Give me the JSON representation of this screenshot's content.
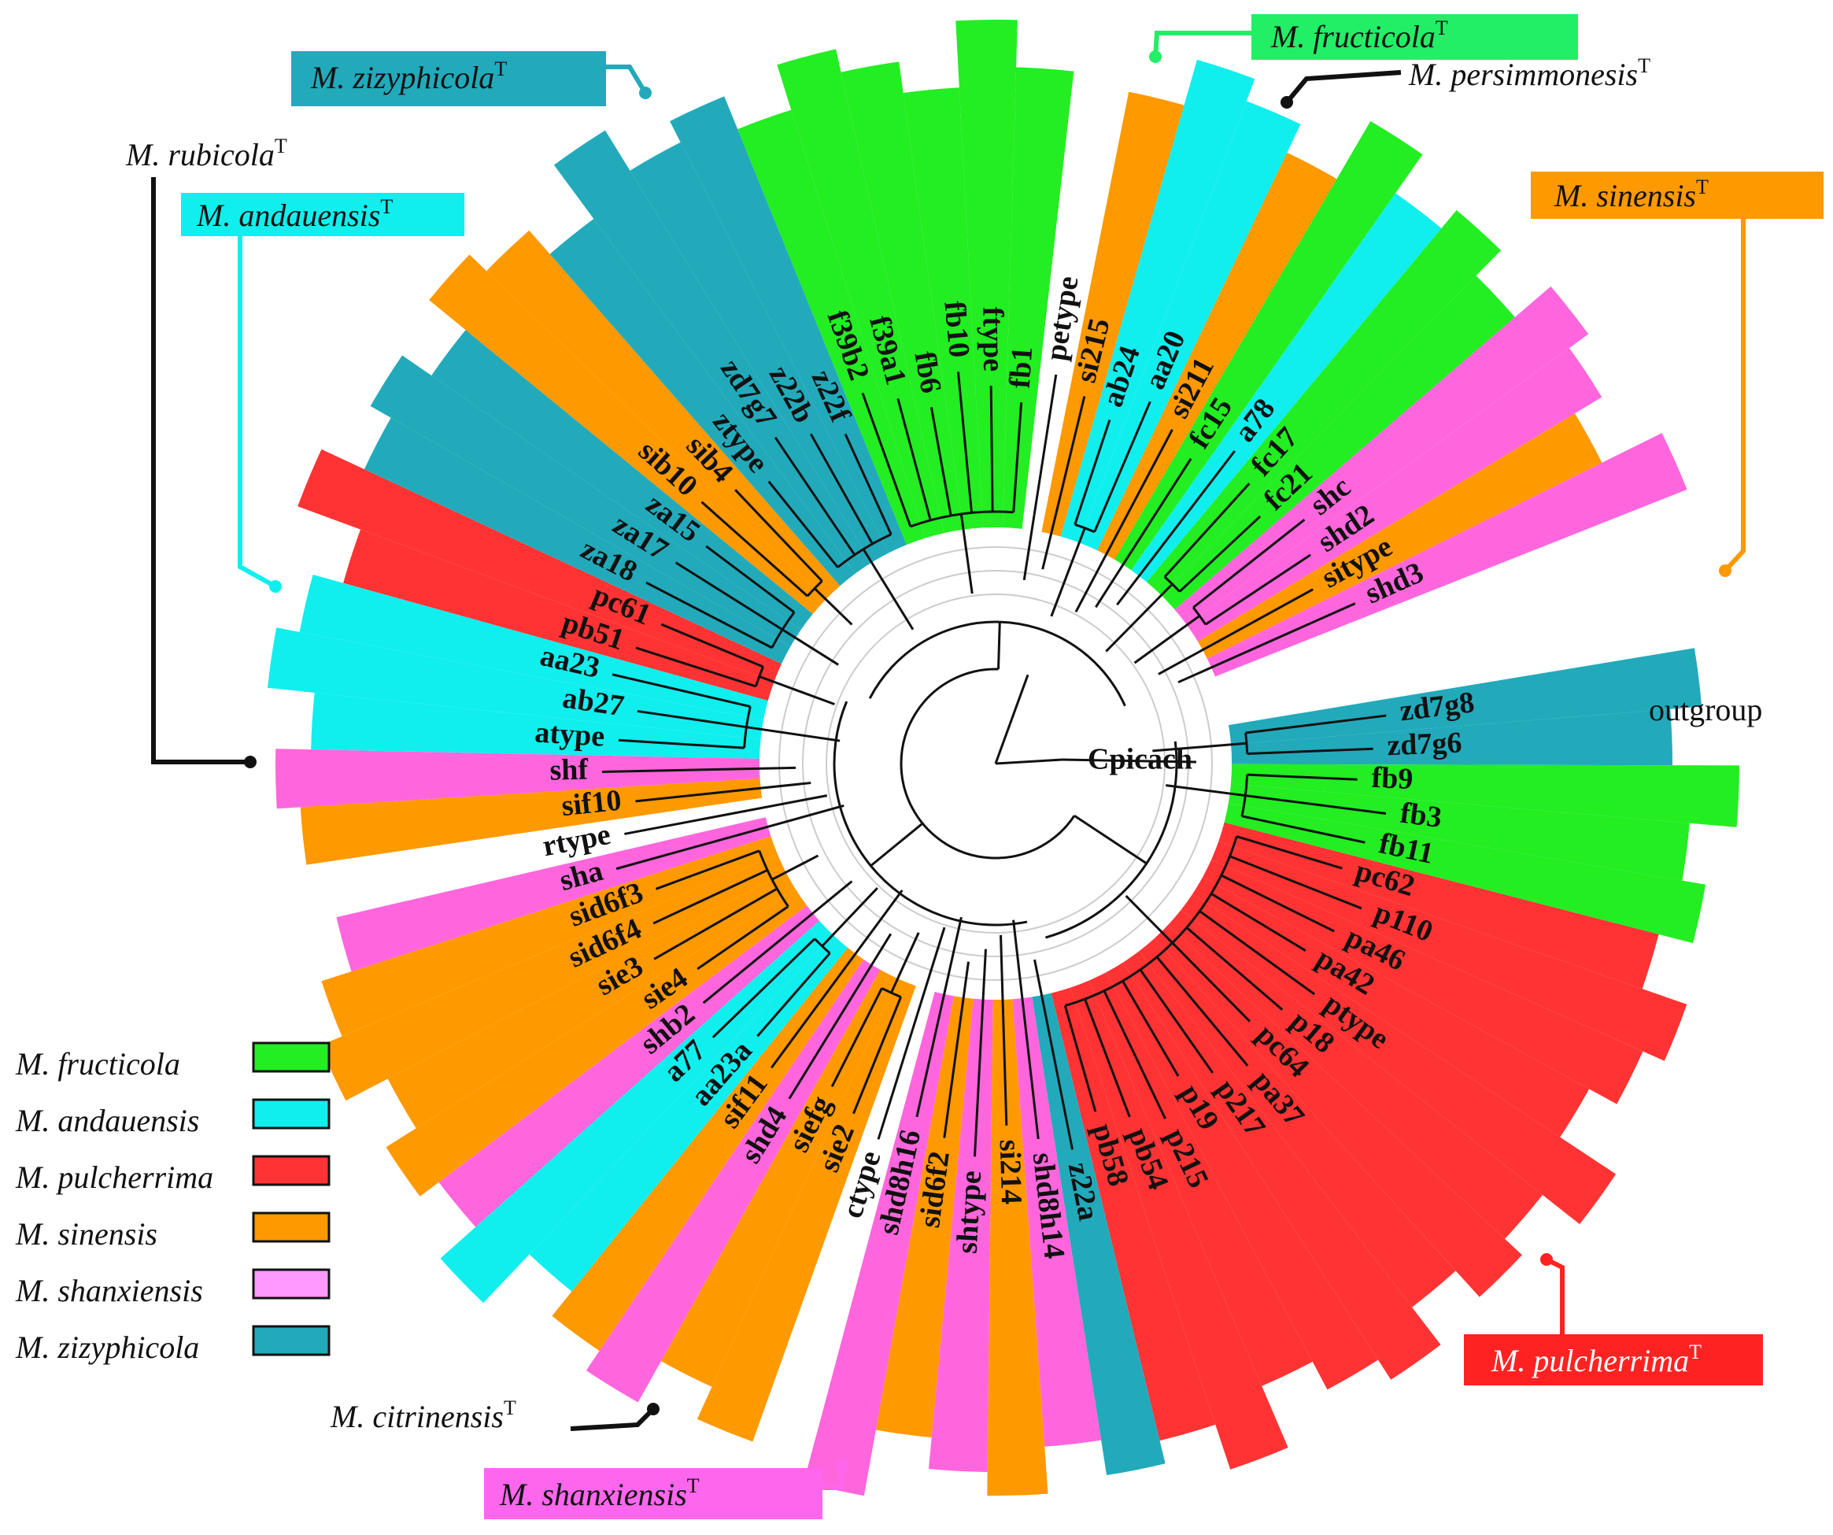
{
  "colors": {
    "fructicola": "#22ee22",
    "andauensis": "#11eeee",
    "pulcherrima": "#ff3333",
    "sinensis": "#ff9900",
    "shanxiensis": "#ff66dd",
    "zizyphicola": "#22aabb",
    "none": "#ffffff"
  },
  "legend": [
    {
      "label": "M. fructicola",
      "color": "#22ee22"
    },
    {
      "label": "M. andauensis",
      "color": "#11eeee"
    },
    {
      "label": "M. pulcherrima",
      "color": "#ff3333"
    },
    {
      "label": "M. sinensis",
      "color": "#ff9900"
    },
    {
      "label": "M. shanxiensis",
      "color": "#ff99ff"
    },
    {
      "label": "M. zizyphicola",
      "color": "#22aabb"
    }
  ],
  "leaves": [
    {
      "label": "zd7g8",
      "group": "zizyphicola"
    },
    {
      "label": "zd7g6",
      "group": "zizyphicola"
    },
    {
      "label": "fb9",
      "group": "fructicola"
    },
    {
      "label": "fb3",
      "group": "fructicola"
    },
    {
      "label": "fb11",
      "group": "fructicola"
    },
    {
      "label": "pc62",
      "group": "pulcherrima"
    },
    {
      "label": "p110",
      "group": "pulcherrima"
    },
    {
      "label": "pa46",
      "group": "pulcherrima"
    },
    {
      "label": "pa42",
      "group": "pulcherrima"
    },
    {
      "label": "ptype",
      "group": "pulcherrima"
    },
    {
      "label": "p18",
      "group": "pulcherrima"
    },
    {
      "label": "pc64",
      "group": "pulcherrima"
    },
    {
      "label": "pa37",
      "group": "pulcherrima"
    },
    {
      "label": "p217",
      "group": "pulcherrima"
    },
    {
      "label": "p19",
      "group": "pulcherrima"
    },
    {
      "label": "p215",
      "group": "pulcherrima"
    },
    {
      "label": "pb54",
      "group": "pulcherrima"
    },
    {
      "label": "pb58",
      "group": "pulcherrima"
    },
    {
      "label": "z22a",
      "group": "zizyphicola"
    },
    {
      "label": "shd8h14",
      "group": "shanxiensis"
    },
    {
      "label": "si214",
      "group": "sinensis"
    },
    {
      "label": "shtype",
      "group": "shanxiensis"
    },
    {
      "label": "sid6f2",
      "group": "sinensis"
    },
    {
      "label": "shd8h16",
      "group": "shanxiensis"
    },
    {
      "label": "ctype",
      "group": "none"
    },
    {
      "label": "sie2",
      "group": "sinensis"
    },
    {
      "label": "siefg",
      "group": "sinensis"
    },
    {
      "label": "shd4",
      "group": "shanxiensis"
    },
    {
      "label": "sif11",
      "group": "sinensis"
    },
    {
      "label": "aa23a",
      "group": "andauensis"
    },
    {
      "label": "a77",
      "group": "andauensis"
    },
    {
      "label": "shb2",
      "group": "shanxiensis"
    },
    {
      "label": "sie4",
      "group": "sinensis"
    },
    {
      "label": "sie3",
      "group": "sinensis"
    },
    {
      "label": "sid6f4",
      "group": "sinensis"
    },
    {
      "label": "sid6f3",
      "group": "sinensis"
    },
    {
      "label": "sha",
      "group": "shanxiensis"
    },
    {
      "label": "rtype",
      "group": "none"
    },
    {
      "label": "sif10",
      "group": "sinensis"
    },
    {
      "label": "shf",
      "group": "shanxiensis"
    },
    {
      "label": "atype",
      "group": "andauensis"
    },
    {
      "label": "ab27",
      "group": "andauensis"
    },
    {
      "label": "aa23",
      "group": "andauensis"
    },
    {
      "label": "pb51",
      "group": "pulcherrima"
    },
    {
      "label": "pc61",
      "group": "pulcherrima"
    },
    {
      "label": "za18",
      "group": "zizyphicola"
    },
    {
      "label": "za17",
      "group": "zizyphicola"
    },
    {
      "label": "za15",
      "group": "zizyphicola"
    },
    {
      "label": "sib10",
      "group": "sinensis"
    },
    {
      "label": "sib4",
      "group": "sinensis"
    },
    {
      "label": "ztype",
      "group": "zizyphicola"
    },
    {
      "label": "zd7g7",
      "group": "zizyphicola"
    },
    {
      "label": "z22b",
      "group": "zizyphicola"
    },
    {
      "label": "z22f",
      "group": "zizyphicola"
    },
    {
      "label": "f39b2",
      "group": "fructicola"
    },
    {
      "label": "f39a1",
      "group": "fructicola"
    },
    {
      "label": "fb6",
      "group": "fructicola"
    },
    {
      "label": "fb10",
      "group": "fructicola"
    },
    {
      "label": "ftype",
      "group": "fructicola"
    },
    {
      "label": "fb1",
      "group": "fructicola"
    },
    {
      "label": "petype",
      "group": "none"
    },
    {
      "label": "si215",
      "group": "sinensis"
    },
    {
      "label": "ab24",
      "group": "andauensis"
    },
    {
      "label": "aa20",
      "group": "andauensis"
    },
    {
      "label": "si211",
      "group": "sinensis"
    },
    {
      "label": "fc15",
      "group": "fructicola"
    },
    {
      "label": "a78",
      "group": "andauensis"
    },
    {
      "label": "fc17",
      "group": "fructicola"
    },
    {
      "label": "fc21",
      "group": "fructicola"
    },
    {
      "label": "shc",
      "group": "shanxiensis"
    },
    {
      "label": "shd2",
      "group": "shanxiensis"
    },
    {
      "label": "sitype",
      "group": "sinensis"
    },
    {
      "label": "shd3",
      "group": "shanxiensis"
    }
  ],
  "outgroup": {
    "label": "Cpicach",
    "caption": "outgroup"
  },
  "callouts": [
    {
      "name": "zizyphicola",
      "label": "M. zizyphicola",
      "sup": "T",
      "color": "#22aabb",
      "text_color": "#111111"
    },
    {
      "name": "fructicola",
      "label": "M. fructicola",
      "sup": "T",
      "color": "#22ee66",
      "text_color": "#111111"
    },
    {
      "name": "persimmonesis",
      "label": "M. persimmonesis",
      "sup": "T",
      "color": "",
      "text_color": "#111111"
    },
    {
      "name": "sinensis",
      "label": "M. sinensis",
      "sup": "T",
      "color": "#ff9900",
      "text_color": "#111111"
    },
    {
      "name": "rubicola",
      "label": "M. rubicola",
      "sup": "T",
      "color": "",
      "text_color": "#111111"
    },
    {
      "name": "andauensis",
      "label": "M. andauensis",
      "sup": "T",
      "color": "#11eeee",
      "text_color": "#111111"
    },
    {
      "name": "pulcherrima",
      "label": "M. pulcherrima",
      "sup": "T",
      "color": "#ff2222",
      "text_color": "#ffffff"
    },
    {
      "name": "citrinensis",
      "label": "M. citrinensis",
      "sup": "T",
      "color": "",
      "text_color": "#111111"
    },
    {
      "name": "shanxiensis",
      "label": "M. shanxiensis",
      "sup": "T",
      "color": "#ff66ee",
      "text_color": "#111111"
    }
  ]
}
